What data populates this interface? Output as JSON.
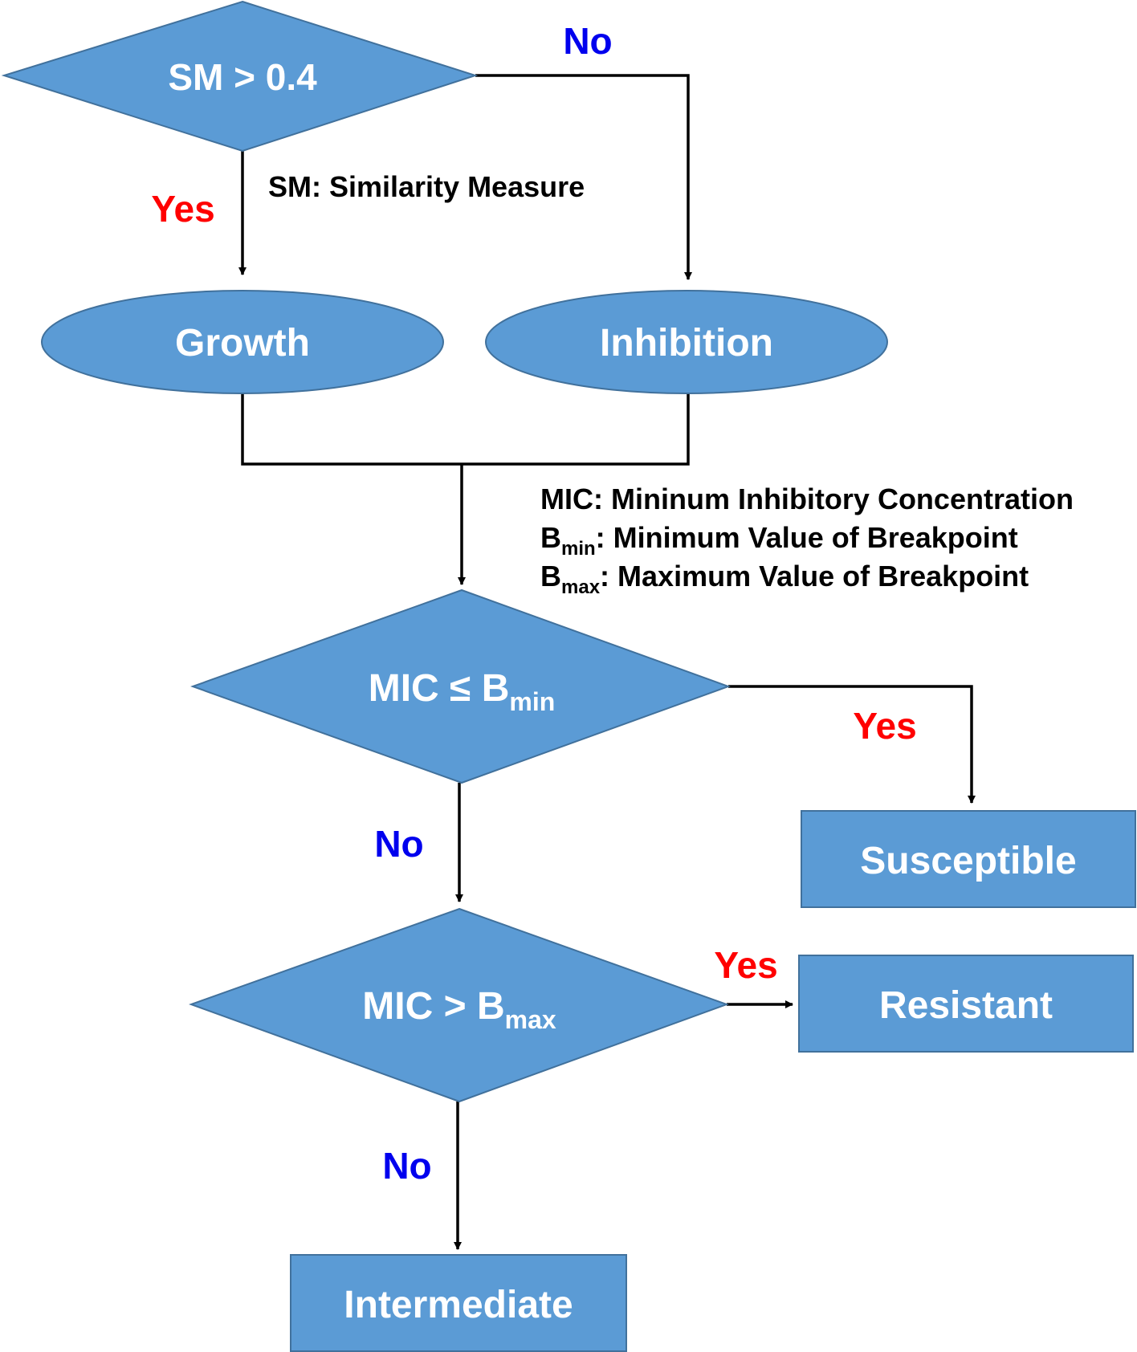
{
  "colors": {
    "node_fill": "#5b9bd5",
    "node_stroke": "#41719c",
    "yes_color": "#ff0000",
    "no_color": "#0000ee",
    "line_color": "#000000"
  },
  "nodes": {
    "decision_sm": "SM > 0.4",
    "growth": "Growth",
    "inhibition": "Inhibition",
    "decision_min": {
      "main": "MIC ≤ B",
      "sub": "min"
    },
    "decision_max": {
      "main": "MIC > B",
      "sub": "max"
    },
    "susceptible": "Susceptible",
    "resistant": "Resistant",
    "intermediate": "Intermediate"
  },
  "edge_labels": {
    "sm_no": "No",
    "sm_yes": "Yes",
    "min_yes": "Yes",
    "min_no": "No",
    "max_yes": "Yes",
    "max_no": "No"
  },
  "legend": {
    "sm": "SM: Similarity Measure",
    "mic": "MIC: Mininum Inhibitory Concentration",
    "bmin": {
      "symbol": "B",
      "sub": "min",
      "text": ": Minimum Value of Breakpoint"
    },
    "bmax": {
      "symbol": "B",
      "sub": "max",
      "text": ": Maximum Value of Breakpoint"
    }
  }
}
